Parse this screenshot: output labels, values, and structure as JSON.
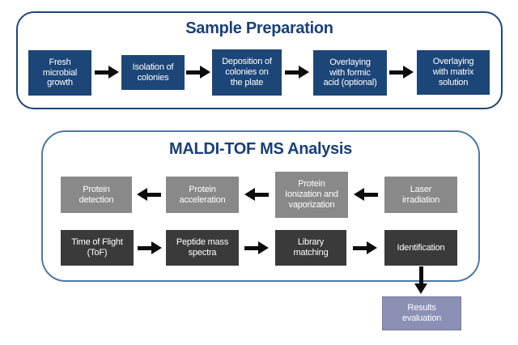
{
  "sample_preparation": {
    "title": "Sample Preparation",
    "steps": [
      {
        "label": "Fresh\nmicrobial\ngrowth"
      },
      {
        "label": "Isolation of\ncolonies"
      },
      {
        "label": "Deposition of\ncolonies on\nthe plate"
      },
      {
        "label": "Overlaying\nwith formic\nacid (optional)"
      },
      {
        "label": "Overlaying\nwith matrix\nsolution"
      }
    ]
  },
  "maldi_analysis": {
    "title": "MALDI-TOF MS Analysis",
    "top_row": [
      {
        "label": "Protein\ndetection"
      },
      {
        "label": "Protein\nacceleration"
      },
      {
        "label": "Protein\nIonization and\nvaporization"
      },
      {
        "label": "Laser\nirradiation"
      }
    ],
    "top_row_flow": "right-to-left",
    "bottom_row": [
      {
        "label": "Time of Flight\n(ToF)"
      },
      {
        "label": "Peptide mass\nspectra"
      },
      {
        "label": "Library\nmatching"
      },
      {
        "label": "Identification"
      }
    ],
    "bottom_row_flow": "left-to-right",
    "result": {
      "label": "Results\nevaluation"
    }
  },
  "colors": {
    "navy_box": "#1d4678",
    "gray_box": "#898989",
    "dark_box": "#3a3a3a",
    "result_box": "#8b90b4",
    "title_text": "#1a4078",
    "top_panel_border": "#1d4678",
    "bottom_panel_border": "#4d79a9",
    "arrow": "#0d0d0d",
    "box_text": "#ffffff",
    "background": "#ffffff"
  }
}
